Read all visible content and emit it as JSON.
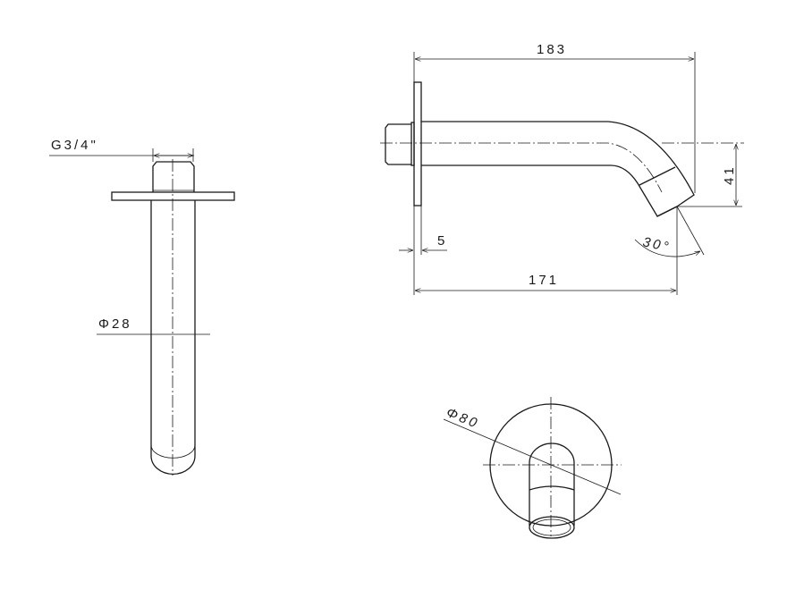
{
  "drawing": {
    "front_view": {
      "thread_label": "G3/4\"",
      "pipe_diameter_label": "Φ28"
    },
    "side_view": {
      "overall_length_label": "183",
      "projection_length_label": "171",
      "flange_thickness_label": "5",
      "drop_height_label": "41",
      "angle_label": "30°"
    },
    "bottom_view": {
      "flange_diameter_label": "Φ80"
    }
  }
}
